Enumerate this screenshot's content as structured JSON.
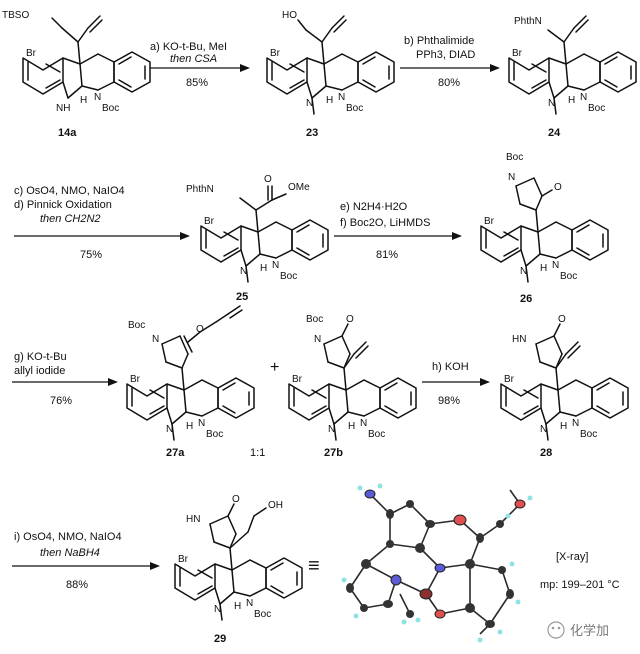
{
  "compounds": {
    "c14a": {
      "label": "14a"
    },
    "c23": {
      "label": "23"
    },
    "c24": {
      "label": "24"
    },
    "c25": {
      "label": "25"
    },
    "c26": {
      "label": "26"
    },
    "c27a": {
      "label": "27a"
    },
    "c27b": {
      "label": "27b"
    },
    "c28": {
      "label": "28"
    },
    "c29": {
      "label": "29"
    }
  },
  "atoms": {
    "tbso": "TBSO",
    "br": "Br",
    "nh": "NH",
    "n": "N",
    "h": "H",
    "boc": "Boc",
    "ho": "HO",
    "phthn": "PhthN",
    "ome": "OMe",
    "o": "O",
    "hn": "HN",
    "oh": "OH"
  },
  "steps": [
    {
      "id": "a",
      "line1": "a) KO-t-Bu, MeI",
      "line2": "then CSA",
      "yield": "85%"
    },
    {
      "id": "b",
      "line1": "b) Phthalimide",
      "line2": "PPh3, DIAD",
      "yield": "80%"
    },
    {
      "id": "cd",
      "line1": "c) OsO4, NMO, NaIO4",
      "line2": "d) Pinnick Oxidation",
      "line3": "then CH2N2",
      "yield": "75%"
    },
    {
      "id": "ef",
      "line1": "e) N2H4·H2O",
      "line2": "f) Boc2O, LiHMDS",
      "yield": "81%"
    },
    {
      "id": "g",
      "line1": "g) KO-t-Bu",
      "line2": "allyl iodide",
      "yield": "76%"
    },
    {
      "id": "h",
      "line1": "h) KOH",
      "yield": "98%"
    },
    {
      "id": "i",
      "line1": "i) OsO4, NMO, NaIO4",
      "line2": "then NaBH4",
      "yield": "88%"
    }
  ],
  "plus": "+",
  "ratio": "1:1",
  "equiv": "≡",
  "xray": {
    "label": "[X-ray]",
    "mp": "mp: 199–201 °C"
  },
  "watermark": "化学加"
}
